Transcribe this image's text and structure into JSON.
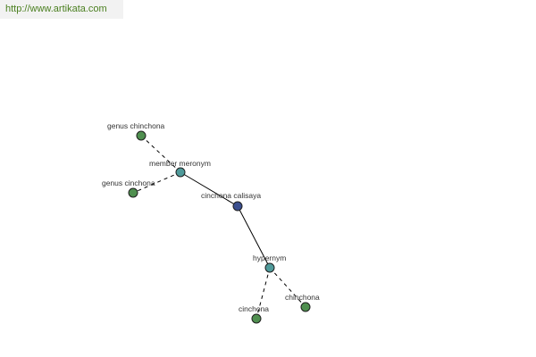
{
  "header": {
    "url_text": "http://www.artikata.com"
  },
  "colors": {
    "link": "#4a7f1f",
    "center_node": "#3b4f8f",
    "relation_node": "#4f9a9a",
    "leaf_node": "#4f8f4f"
  },
  "graph": {
    "nodes": [
      {
        "id": "center",
        "label": "cinchona calisaya",
        "kind": "center"
      },
      {
        "id": "member-meronym",
        "label": "member meronym",
        "kind": "relation"
      },
      {
        "id": "hypernym",
        "label": "hypernym",
        "kind": "relation"
      },
      {
        "id": "genus-chinchona",
        "label": "genus chinchona",
        "kind": "leaf"
      },
      {
        "id": "genus-cinchona",
        "label": "genus cinchona",
        "kind": "leaf"
      },
      {
        "id": "cinchona",
        "label": "cinchona",
        "kind": "leaf"
      },
      {
        "id": "chinchona",
        "label": "chinchona",
        "kind": "leaf"
      }
    ],
    "edges": [
      {
        "from": "center",
        "to": "member-meronym",
        "style": "solid"
      },
      {
        "from": "center",
        "to": "hypernym",
        "style": "solid"
      },
      {
        "from": "member-meronym",
        "to": "genus-chinchona",
        "style": "dashed"
      },
      {
        "from": "member-meronym",
        "to": "genus-cinchona",
        "style": "dashed"
      },
      {
        "from": "hypernym",
        "to": "cinchona",
        "style": "dashed"
      },
      {
        "from": "hypernym",
        "to": "chinchona",
        "style": "dashed"
      }
    ]
  }
}
